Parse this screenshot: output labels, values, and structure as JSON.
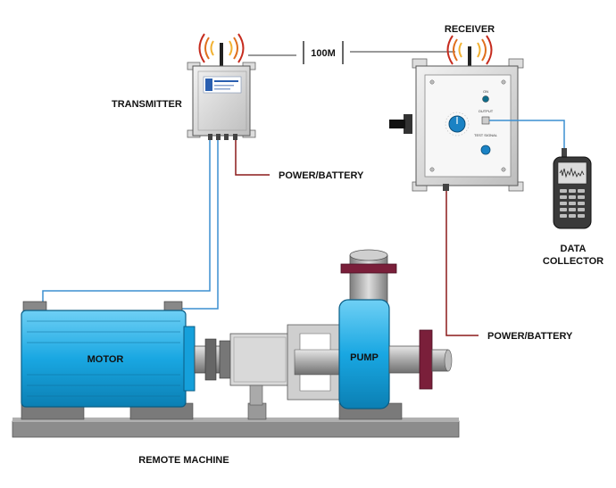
{
  "labels": {
    "transmitter": "TRANSMITTER",
    "receiver": "RECEIVER",
    "distance": "100M",
    "power_battery_tx": "POWER/BATTERY",
    "power_battery_rx": "POWER/BATTERY",
    "data_collector_line1": "DATA",
    "data_collector_line2": "COLLECTOR",
    "motor": "MOTOR",
    "pump": "PUMP",
    "remote_machine": "REMOTE MACHINE"
  },
  "receiver_panel": {
    "on_label": "ON",
    "output_label": "OUTPUT",
    "test_label": "TEST SIGNAL"
  },
  "colors": {
    "motor_blue": "#18a6e0",
    "cable_blue": "#3b8fd1",
    "power_wire": "#8b1a1a",
    "flange_maroon": "#7a1f3a",
    "steel_gray": "#9a9a9a",
    "base_gray": "#8c8c8c"
  }
}
